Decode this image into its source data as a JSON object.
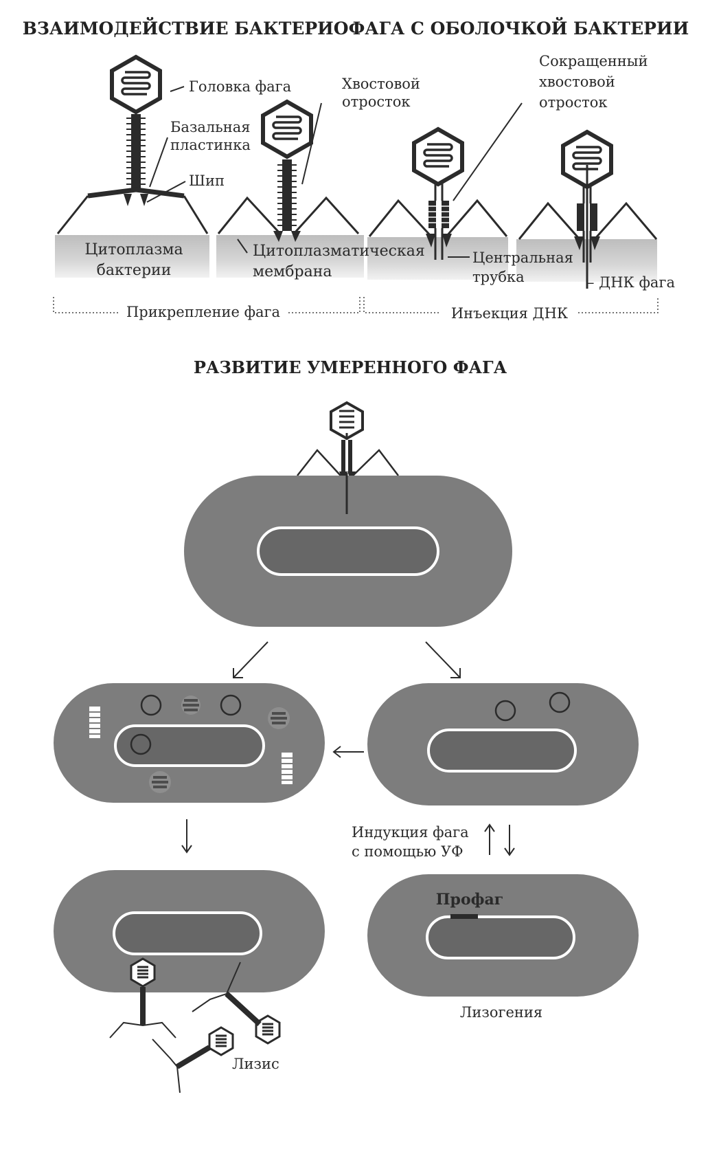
{
  "titles": {
    "interaction": "ВЗАИМОДЕЙСТВИЕ БАКТЕРИОФАГА С ОБОЛОЧКОЙ БАКТЕРИИ",
    "development": "РАЗВИТИЕ УМЕРЕННОГО ФАГА"
  },
  "labels": {
    "phage_head": "Головка фага",
    "basal_plate_1": "Базальная",
    "basal_plate_2": "пластинка",
    "spike": "Шип",
    "tail_1": "Хвостовой",
    "tail_2": "отросток",
    "contracted_1": "Сокращенный",
    "contracted_2": "хвостовой",
    "contracted_3": "отросток",
    "cytoplasm_1": "Цитоплазма",
    "cytoplasm_2": "бактерии",
    "membrane_1": "Цитоплазматическая",
    "membrane_2": "мембрана",
    "central_tube_1": "Центральная",
    "central_tube_2": "трубка",
    "phage_dna": "– ДНК фага",
    "attachment": "Прикрепление фага",
    "injection": "Инъекция ДНК",
    "induction_1": "Индукция фага",
    "induction_2": "с помощью УФ",
    "prophage": "Профаг",
    "lysogeny": "Лизогения",
    "lysis": "Лизис"
  },
  "colors": {
    "cell_fill": "#7d7d7d",
    "nucleoid_fill": "#676767",
    "outline": "#2b2b2b",
    "cytoplasm_band": "#c9c9c9"
  }
}
